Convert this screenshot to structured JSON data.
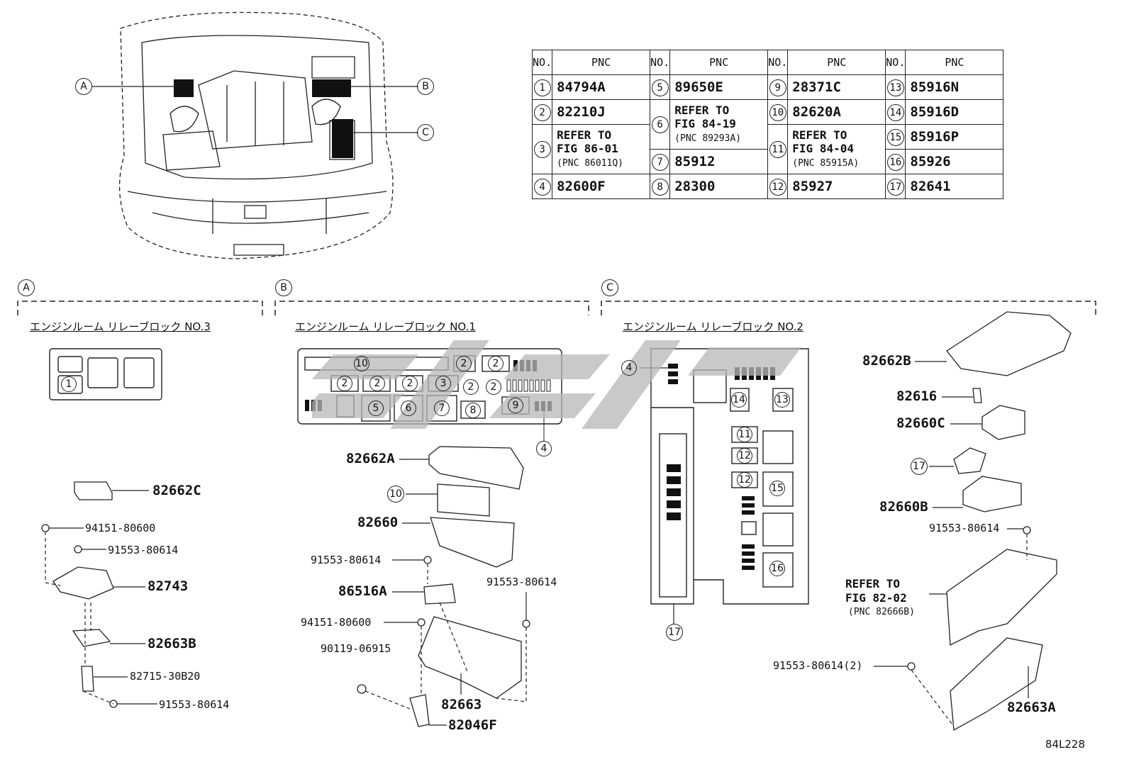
{
  "table": {
    "header_no": "NO.",
    "header_pnc": "PNC",
    "rows": {
      "r1": {
        "n": "1",
        "p": "84794A"
      },
      "r2": {
        "n": "2",
        "p": "82210J"
      },
      "r3": {
        "n": "3",
        "l1": "REFER TO",
        "l2": "FIG 86-01",
        "l3": "(PNC 86011Q)"
      },
      "r4": {
        "n": "4",
        "p": "82600F"
      },
      "r5": {
        "n": "5",
        "p": "89650E"
      },
      "r6": {
        "n": "6",
        "l1": "REFER TO",
        "l2": "FIG 84-19",
        "l3": "(PNC 89293A)"
      },
      "r7": {
        "n": "7",
        "p": "85912"
      },
      "r8": {
        "n": "8",
        "p": "28300"
      },
      "r9": {
        "n": "9",
        "p": "28371C"
      },
      "r10": {
        "n": "10",
        "p": "82620A"
      },
      "r11": {
        "n": "11",
        "l1": "REFER TO",
        "l2": "FIG 84-04",
        "l3": "(PNC 85915A)"
      },
      "r12": {
        "n": "12",
        "p": "85927"
      },
      "r13": {
        "n": "13",
        "p": "85916N"
      },
      "r14": {
        "n": "14",
        "p": "85916D"
      },
      "r15": {
        "n": "15",
        "p": "85916P"
      },
      "r16": {
        "n": "16",
        "p": "85926"
      },
      "r17": {
        "n": "17",
        "p": "82641"
      }
    }
  },
  "callouts": {
    "a": "A",
    "b": "B",
    "c": "C"
  },
  "section_a": {
    "title": "エンジンルーム リレーブロック NO.3",
    "block_num": "1",
    "parts": {
      "p1": "82662C",
      "p2": "94151-80600",
      "p3": "91553-80614",
      "p4": "82743",
      "p5": "82663B",
      "p6": "82715-30B20",
      "p7": "91553-80614"
    }
  },
  "section_b": {
    "title": "エンジンルーム リレーブロック NO.1",
    "nums": {
      "n10": "10",
      "n2": "2",
      "n3": "3",
      "n5": "5",
      "n6": "6",
      "n7": "7",
      "n8": "8",
      "n9": "9",
      "n4": "4"
    },
    "parts": {
      "p1": "82662A",
      "p2": "10",
      "p3": "82660",
      "p4": "91553-80614",
      "p5": "86516A",
      "p6": "91553-80614",
      "p7": "94151-80600",
      "p8": "90119-06915",
      "p9": "82663",
      "p10": "82046F"
    }
  },
  "section_c": {
    "title": "エンジンルーム リレーブロック NO.2",
    "nums": {
      "n4": "4",
      "n14": "14",
      "n13": "13",
      "n11": "11",
      "n12": "12",
      "n15": "15",
      "n16": "16",
      "n17": "17"
    },
    "parts": {
      "p1": "82662B",
      "p2": "82616",
      "p3": "82660C",
      "p4": "17",
      "p5": "82660B",
      "p6": "91553-80614",
      "p7a": "REFER TO",
      "p7b": "FIG 82-02",
      "p7c": "(PNC 82666B)",
      "p8": "91553-80614(2)",
      "p9": "82663A"
    }
  },
  "figure_code": "84L228",
  "watermark_color": "#b8b8b8"
}
